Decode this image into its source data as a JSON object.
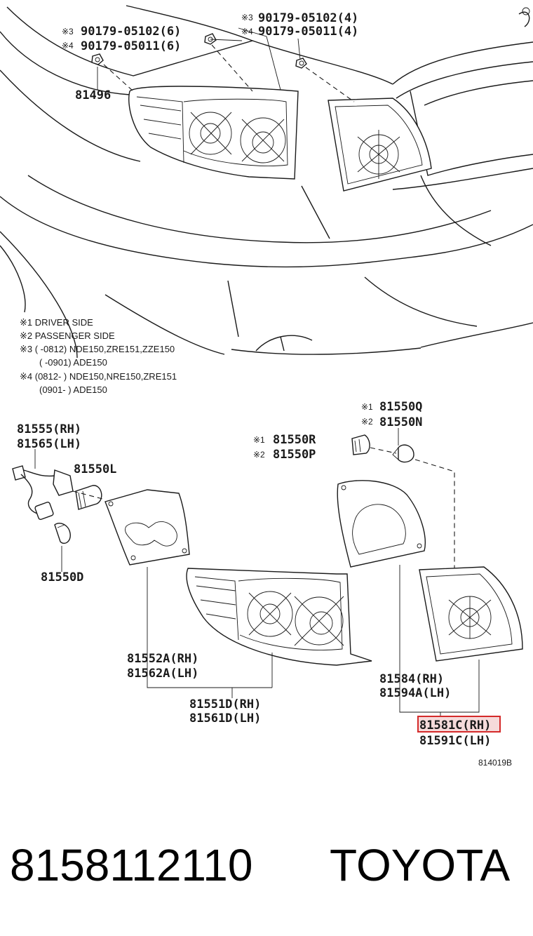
{
  "callouts": {
    "bolt_left_3": "90179-05102(6)",
    "bolt_left_4": "90179-05011(6)",
    "bolt_right_3": "90179-05102(4)",
    "bolt_right_4": "90179-05011(4)",
    "nut_81496": "81496",
    "socket_rh": "81555(RH)",
    "socket_lh": "81565(LH)",
    "bulb_81550L": "81550L",
    "bulb_81550D": "81550D",
    "bulb_81550R": "81550R",
    "bulb_81550P": "81550P",
    "bulb_81550Q": "81550Q",
    "bulb_81550N": "81550N",
    "gasket_rh": "81552A(RH)",
    "gasket_lh": "81562A(LH)",
    "lamp_rh": "81551D(RH)",
    "lamp_lh": "81561D(LH)",
    "inner_gasket_rh": "81584(RH)",
    "inner_gasket_lh": "81594A(LH)",
    "inner_lamp_rh": "81581C(RH)",
    "inner_lamp_lh": "81591C(LH)"
  },
  "marks": {
    "m1": "※1",
    "m2": "※2",
    "m3": "※3",
    "m4": "※4"
  },
  "notes": [
    "※1 DRIVER SIDE",
    "※2 PASSENGER SIDE",
    "※3 (      -0812) NDE150,ZRE151,ZZE150",
    "(      -0901) ADE150",
    "※4 (0812-      ) NDE150,NRE150,ZRE151",
    "(0901-      ) ADE150"
  ],
  "figure_code": "814019B",
  "footer": {
    "part_number": "8158112110",
    "brand": "TOYOTA"
  },
  "highlight_color": "#d42a2a"
}
